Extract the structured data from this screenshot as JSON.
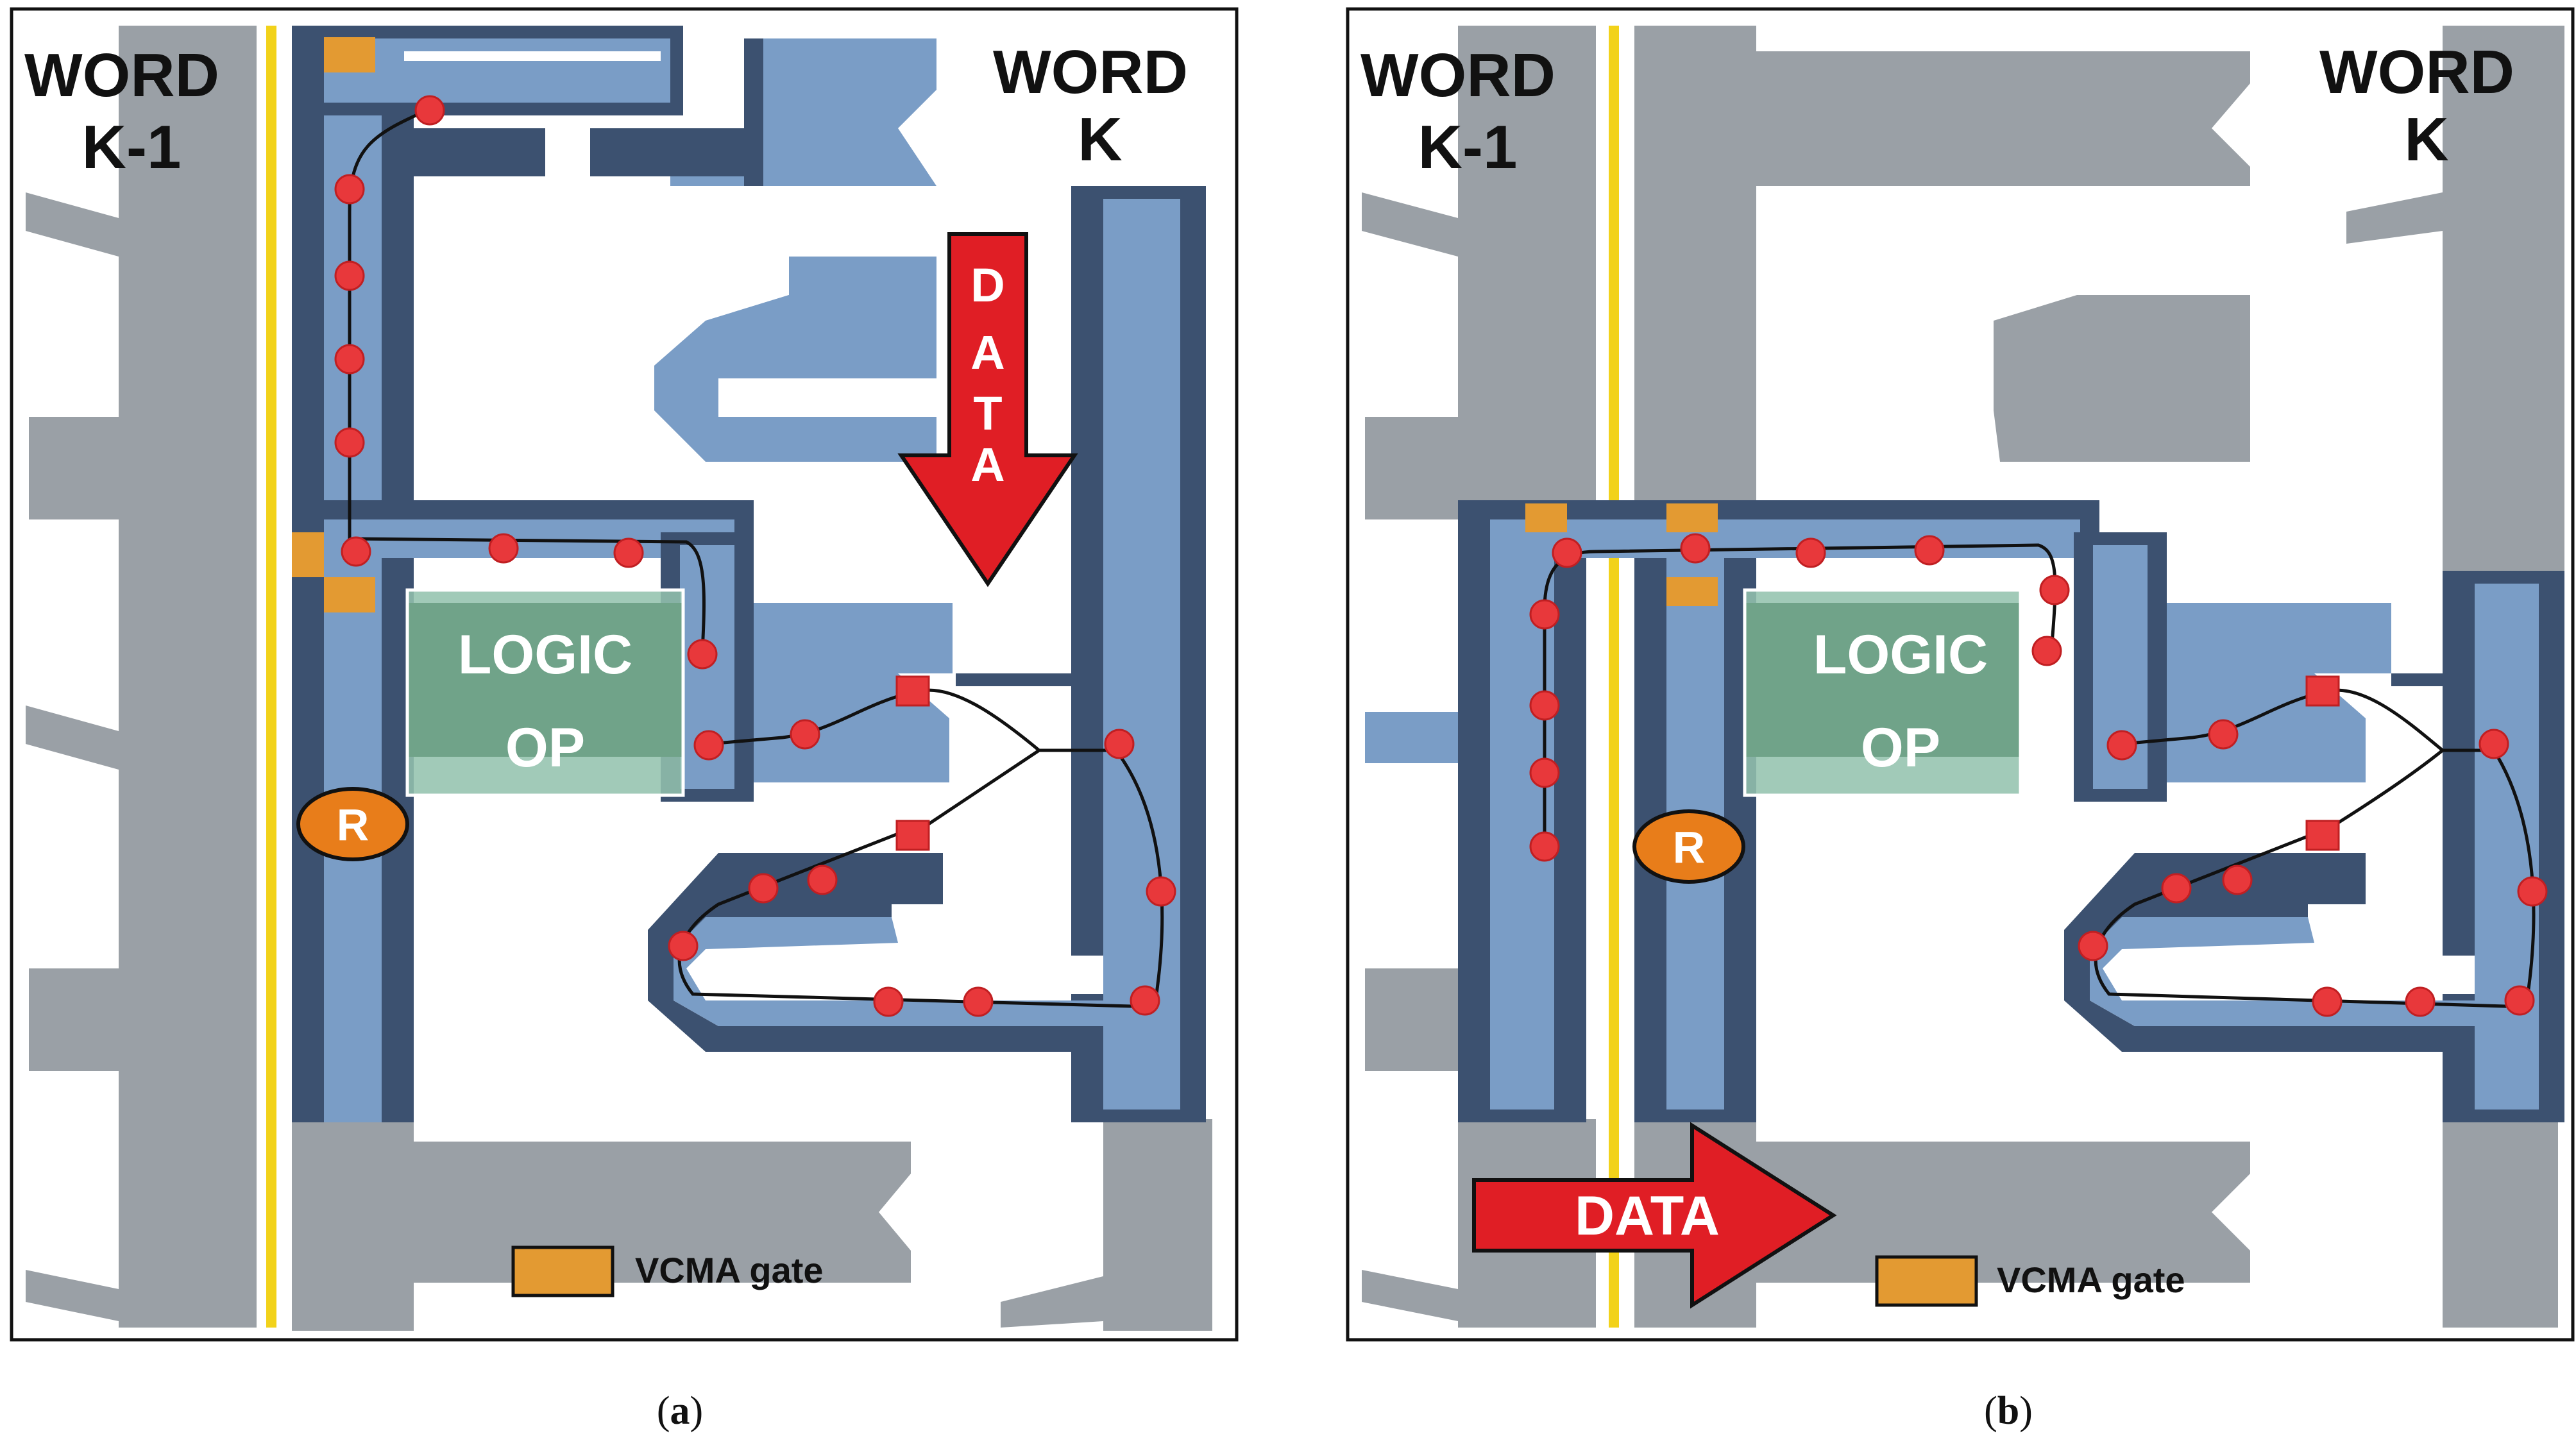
{
  "panels": [
    {
      "word_left": [
        "WORD",
        "K-1"
      ],
      "word_right": [
        "WORD",
        "K"
      ],
      "logic_lines": [
        "LOGIC",
        "OP"
      ],
      "data_label_vertical": [
        "D",
        "A",
        "T",
        "A"
      ],
      "legend": "VCMA gate",
      "register": "R",
      "caption_letter": "a"
    },
    {
      "word_left": [
        "WORD",
        "K-1"
      ],
      "word_right": [
        "WORD",
        "K"
      ],
      "logic_lines": [
        "LOGIC",
        "OP"
      ],
      "data_label_horizontal": "DATA",
      "legend": "VCMA gate",
      "register": "R",
      "caption_letter": "b"
    }
  ],
  "colors": {
    "track_dark": "#3c5170",
    "track_blue": "#7a9dc6",
    "inactive_gray": "#9aa0a6",
    "vcma_gate": "#e39a32",
    "rail_yellow": "#f2d21a",
    "logic_green": "#5f8f5a",
    "register_orange": "#e87d1a",
    "data_arrow_red": "#e01e25",
    "skyrmion_red": "#e8383b"
  }
}
